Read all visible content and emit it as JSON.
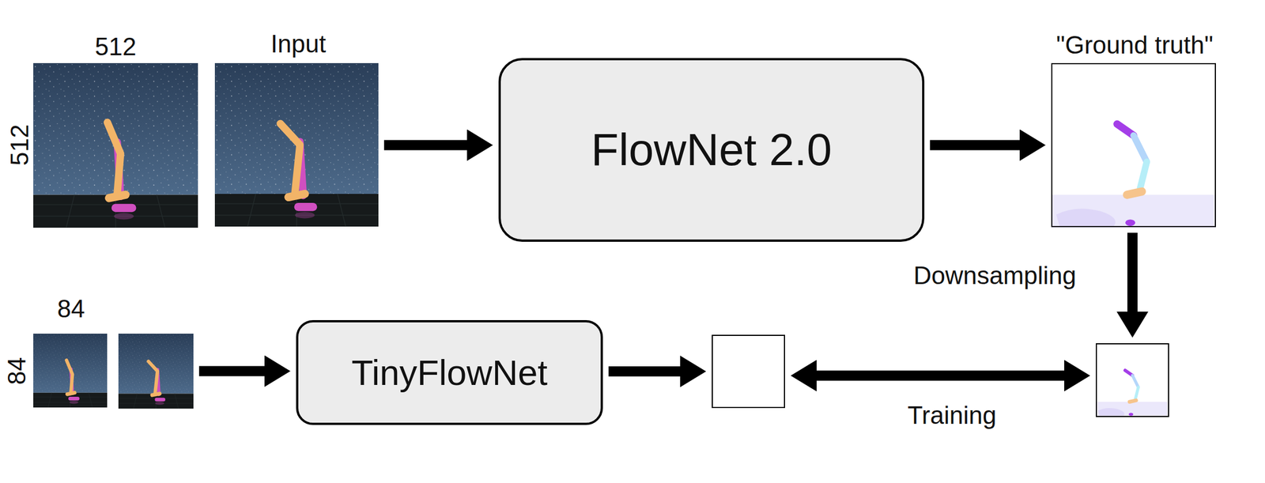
{
  "diagram": {
    "nodes": [
      {
        "text": [
          "Input"
        ]
      },
      {
        "text": [
          "FlowNet 2.0"
        ]
      },
      {
        "text": [
          "\"Ground truth\""
        ]
      },
      {
        "text": []
      },
      {
        "text": [
          "TinyFlowNet"
        ]
      },
      {
        "text": []
      },
      {
        "text": []
      }
    ],
    "edges": [
      {
        "from": 0,
        "to": 1,
        "arrow": "to"
      },
      {
        "from": 1,
        "to": 2,
        "arrow": "to"
      },
      {
        "from": 2,
        "to": 6,
        "arrow": "to",
        "label": "Downsampling"
      },
      {
        "from": 3,
        "to": 4,
        "arrow": "to"
      },
      {
        "from": 4,
        "to": 5,
        "arrow": "to"
      },
      {
        "from": 5,
        "to": 6,
        "arrow": "both",
        "label": "Training"
      }
    ],
    "labels": [
      "512",
      "512",
      "84",
      "84"
    ]
  }
}
